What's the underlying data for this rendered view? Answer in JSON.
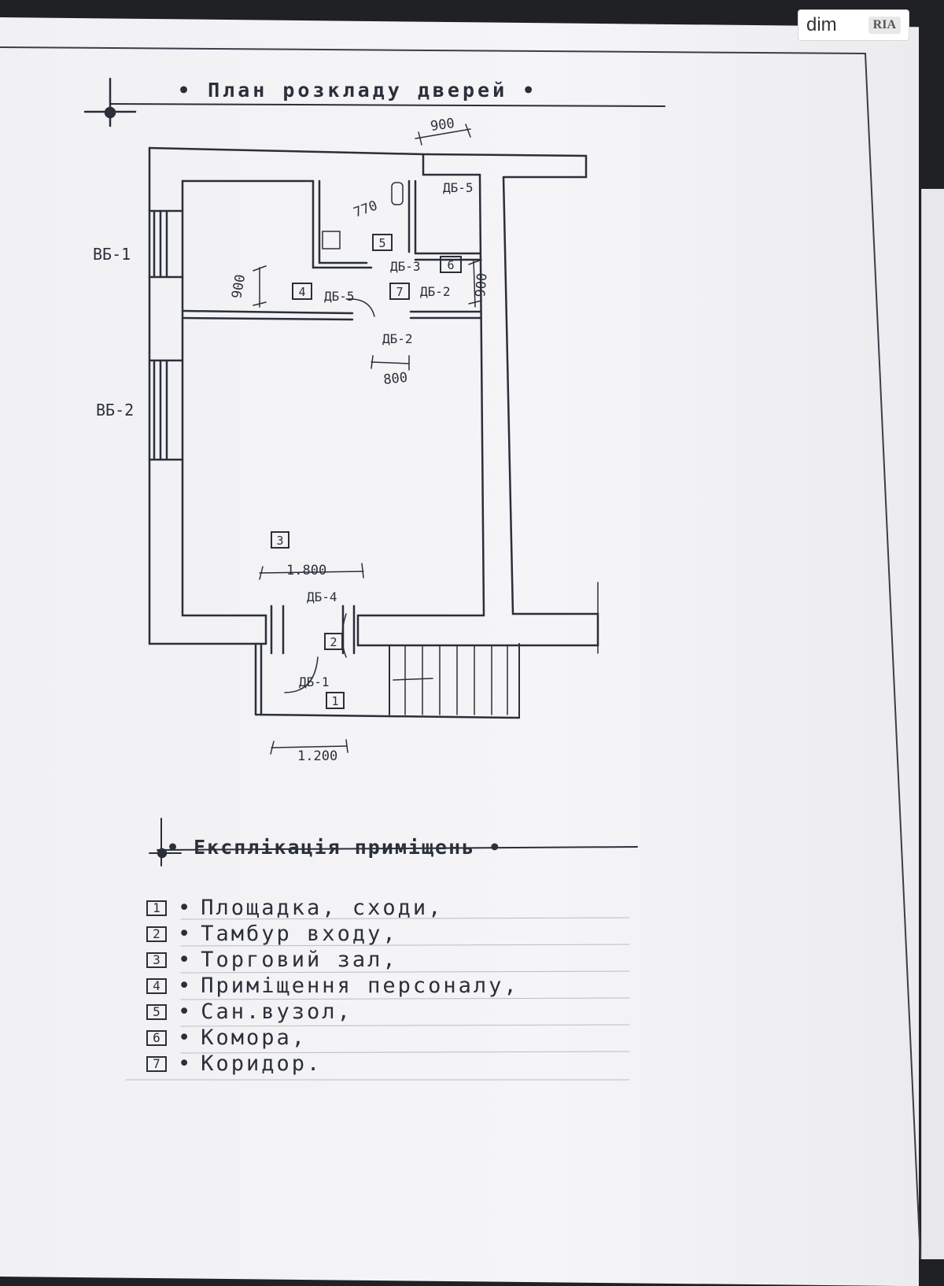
{
  "watermark": {
    "brand": "dim",
    "sub": "RIA"
  },
  "plan": {
    "title": "• План розкладу дверей •",
    "window_labels": [
      "ВБ-1",
      "ВБ-2"
    ],
    "dimensions": [
      "900",
      "900",
      "900",
      "800",
      "1.800",
      "1.200",
      "770"
    ],
    "doors": [
      "ДБ-5",
      "ДБ-5",
      "ДБ-3",
      "ДБ-2",
      "ДБ-2",
      "ДБ-4",
      "ДБ-1"
    ],
    "room_numbers": [
      "1",
      "2",
      "3",
      "4",
      "5",
      "6",
      "7"
    ]
  },
  "legend": {
    "title": "• Експлікація приміщень •",
    "items": [
      {
        "num": "1",
        "label": "Площадка, сходи,"
      },
      {
        "num": "2",
        "label": "Тамбур входу,"
      },
      {
        "num": "3",
        "label": "Торговий зал,"
      },
      {
        "num": "4",
        "label": "Приміщення персоналу,"
      },
      {
        "num": "5",
        "label": "Сан.вузол,"
      },
      {
        "num": "6",
        "label": "Комора,"
      },
      {
        "num": "7",
        "label": "Коридор."
      }
    ]
  }
}
